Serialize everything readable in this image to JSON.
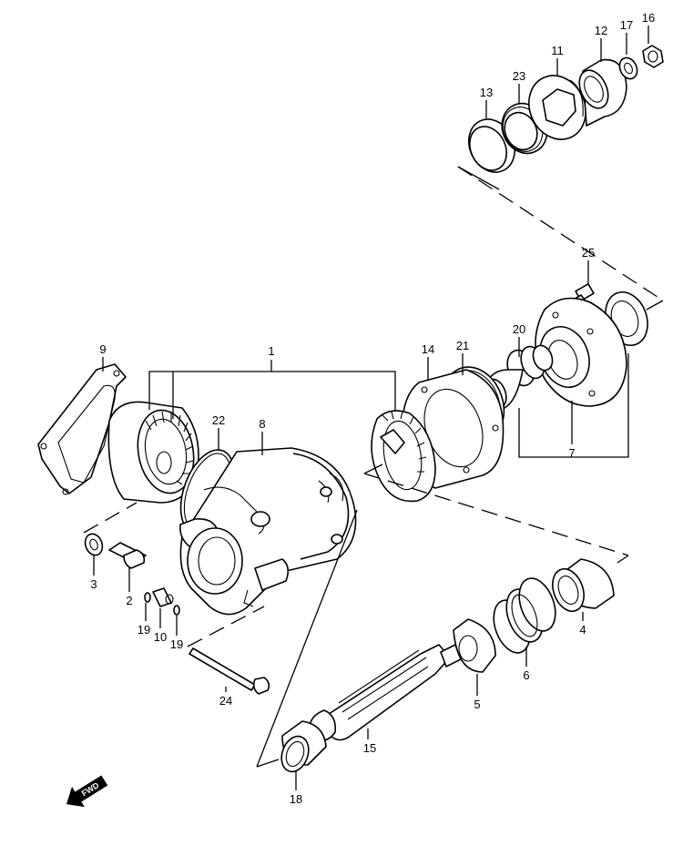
{
  "callouts": {
    "c1": "1",
    "c2": "2",
    "c3": "3",
    "c4": "4",
    "c5": "5",
    "c6": "6",
    "c7": "7",
    "c8": "8",
    "c9": "9",
    "c10": "10",
    "c11": "11",
    "c12": "12",
    "c13": "13",
    "c14": "14",
    "c15": "15",
    "c16": "16",
    "c17": "17",
    "c18": "18",
    "c19a": "19",
    "c19b": "19",
    "c20": "20",
    "c21": "21",
    "c22": "22",
    "c23": "23",
    "c24": "24",
    "c25": "25"
  },
  "direction_arrow": {
    "label": "FWD"
  }
}
